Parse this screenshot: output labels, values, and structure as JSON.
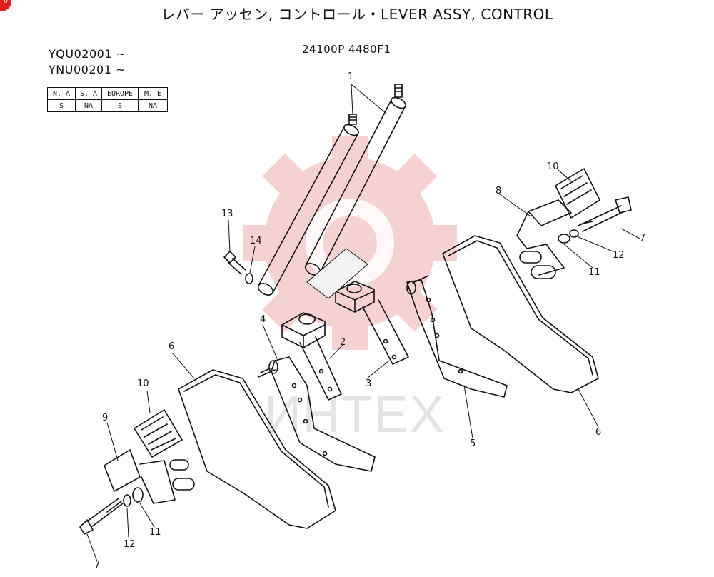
{
  "badge": "0",
  "title": "レバー アッセン, コントロール・LEVER ASSY, CONTROL",
  "part_number": "24100P 4480F1",
  "serials": [
    "YQU02001 ~",
    "YNU00201 ~"
  ],
  "market_table": {
    "headers": [
      "N. A",
      "S. A",
      "EUROPE",
      "M. E"
    ],
    "values": [
      "S",
      "NA",
      "S",
      "NA"
    ]
  },
  "watermark": "ИНТЕХ",
  "callouts": {
    "c1": "1",
    "c2": "2",
    "c3": "3",
    "c4": "4",
    "c5": "5",
    "c6a": "6",
    "c6b": "6",
    "c7a": "7",
    "c7b": "7",
    "c8": "8",
    "c9": "9",
    "c10a": "10",
    "c10b": "10",
    "c11a": "11",
    "c11b": "11",
    "c12a": "12",
    "c12b": "12",
    "c13": "13",
    "c14": "14"
  },
  "colors": {
    "watermark": "#f4c2c2",
    "ink": "#111111",
    "badge": "#e02020"
  }
}
